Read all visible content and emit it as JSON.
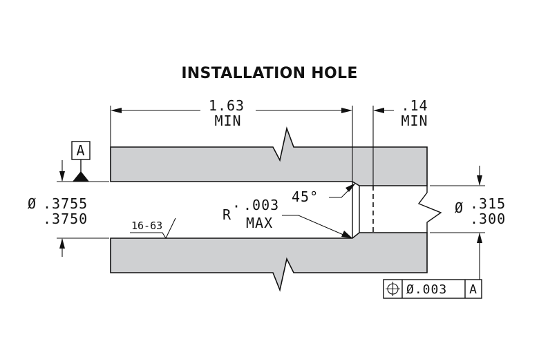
{
  "title": "INSTALLATION HOLE",
  "dimensions": {
    "length": {
      "value": "1.63",
      "qualifier": "MIN"
    },
    "counterbore_depth": {
      "value": ".14",
      "qualifier": "MIN"
    },
    "bore_diameter": {
      "symbol": "Ø",
      "upper": ".3755",
      "lower": ".3750"
    },
    "hole_diameter": {
      "symbol": "Ø",
      "upper": ".315",
      "lower": ".300"
    },
    "chamfer_angle": "45°",
    "radius": {
      "prefix": "R",
      "value": ".003",
      "qualifier": "MAX"
    },
    "surface_finish": "16-63"
  },
  "datum": {
    "label": "A"
  },
  "feature_control_frame": {
    "symbol": "position-icon",
    "tolerance": "Ø.003",
    "datum": "A"
  },
  "colors": {
    "part_fill": "#cfd0d2",
    "line": "#111111"
  }
}
